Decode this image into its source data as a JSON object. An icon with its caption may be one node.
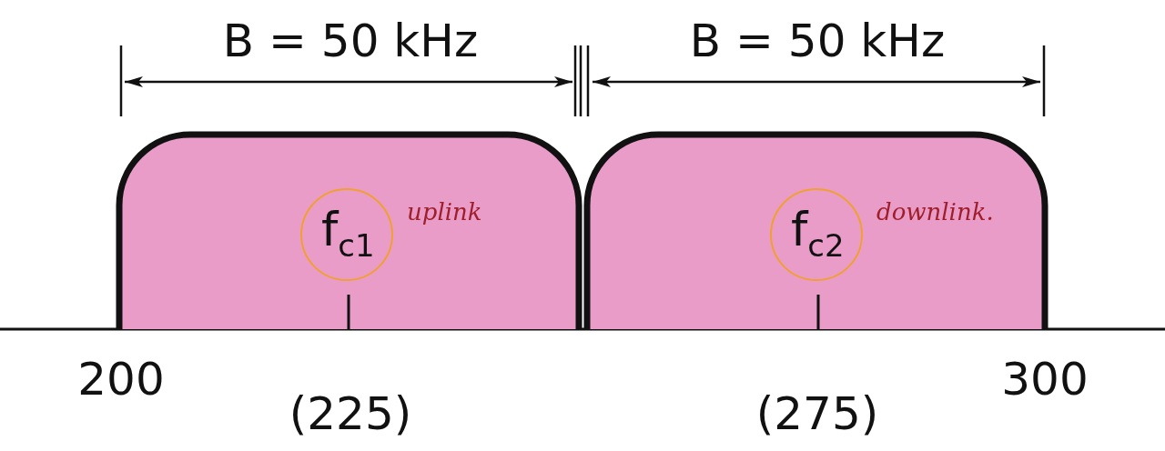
{
  "diagram": {
    "nodes": [
      {
        "text": [
          "f$_{c1}$",
          "uplink"
        ]
      },
      {
        "text": [
          "f$_{c2}$",
          "downlink."
        ]
      }
    ],
    "labels": [
      "B = 50 kHz",
      "B = 50 kHz",
      "200",
      "(225)",
      "(275)",
      "300"
    ]
  }
}
